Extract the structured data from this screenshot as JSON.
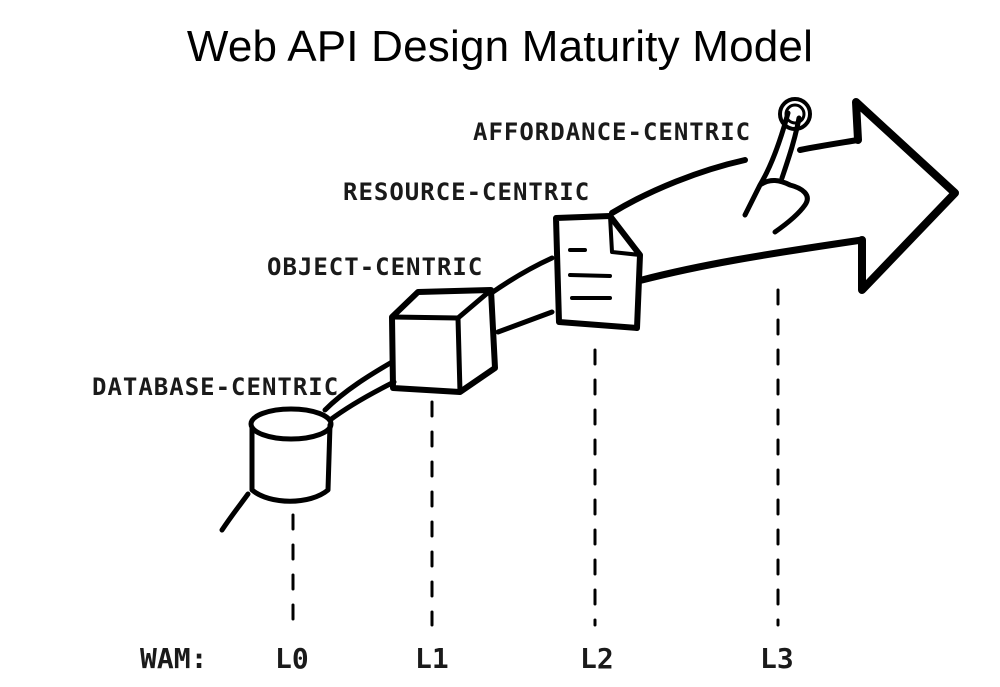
{
  "title": "Web API Design Maturity Model",
  "stages": [
    {
      "level": "L0",
      "label": "DATABASE-CENTRIC",
      "icon": "database-icon"
    },
    {
      "level": "L1",
      "label": "OBJECT-CENTRIC",
      "icon": "cube-icon"
    },
    {
      "level": "L2",
      "label": "RESOURCE-CENTRIC",
      "icon": "document-icon"
    },
    {
      "level": "L3",
      "label": "AFFORDANCE-CENTRIC",
      "icon": "pointing-hand-icon"
    }
  ],
  "axis_label": "WAM:"
}
